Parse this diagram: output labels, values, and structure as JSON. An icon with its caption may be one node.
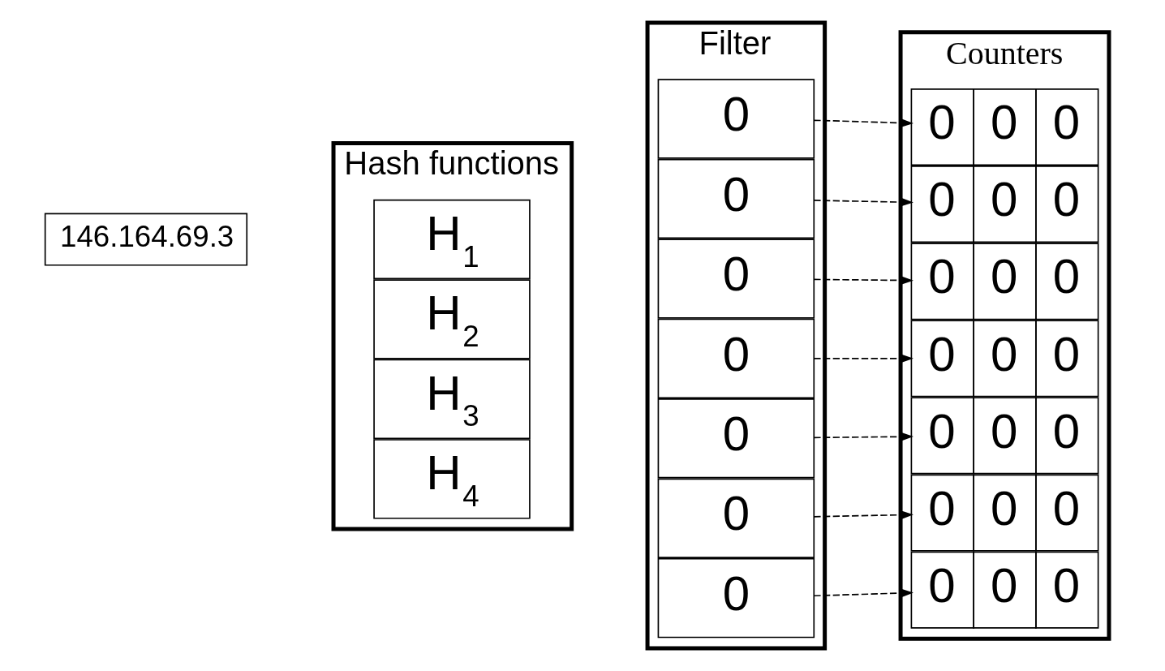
{
  "diagram": {
    "nodes": [
      {
        "text": [
          "146.164.69.3"
        ]
      },
      {
        "text": [
          "Hash functions"
        ]
      },
      {
        "text": [
          "H$_{1}$"
        ],
        "in": 1
      },
      {
        "text": [
          "H$_{2}$"
        ],
        "in": 1
      },
      {
        "text": [
          "H$_{3}$"
        ],
        "in": 1
      },
      {
        "text": [
          "H$_{4}$"
        ],
        "in": 1
      },
      {
        "text": [
          "Filter"
        ]
      },
      {
        "text": [
          "0"
        ],
        "in": 6
      },
      {
        "text": [
          "0"
        ],
        "in": 6
      },
      {
        "text": [
          "0"
        ],
        "in": 6
      },
      {
        "text": [
          "0"
        ],
        "in": 6
      },
      {
        "text": [
          "0"
        ],
        "in": 6
      },
      {
        "text": [
          "0"
        ],
        "in": 6
      },
      {
        "text": [
          "0"
        ],
        "in": 6
      },
      {
        "text": [
          "Counters"
        ]
      },
      {
        "text": [
          "0",
          "0",
          "0"
        ],
        "in": 14
      },
      {
        "text": [
          "0",
          "0",
          "0"
        ],
        "in": 14
      },
      {
        "text": [
          "0",
          "0",
          "0"
        ],
        "in": 14
      },
      {
        "text": [
          "0",
          "0",
          "0"
        ],
        "in": 14
      },
      {
        "text": [
          "0",
          "0",
          "0"
        ],
        "in": 14
      },
      {
        "text": [
          "0",
          "0",
          "0"
        ],
        "in": 14
      },
      {
        "text": [
          "0",
          "0",
          "0"
        ],
        "in": 14
      }
    ],
    "edges": [
      {
        "from": 7,
        "to": 15,
        "arrow": "to",
        "style": "dashed"
      },
      {
        "from": 8,
        "to": 16,
        "arrow": "to",
        "style": "dashed"
      },
      {
        "from": 9,
        "to": 17,
        "arrow": "to",
        "style": "dashed"
      },
      {
        "from": 10,
        "to": 18,
        "arrow": "to",
        "style": "dashed"
      },
      {
        "from": 11,
        "to": 19,
        "arrow": "to",
        "style": "dashed"
      },
      {
        "from": 12,
        "to": 20,
        "arrow": "to",
        "style": "dashed"
      },
      {
        "from": 13,
        "to": 21,
        "arrow": "to",
        "style": "dashed"
      }
    ]
  }
}
